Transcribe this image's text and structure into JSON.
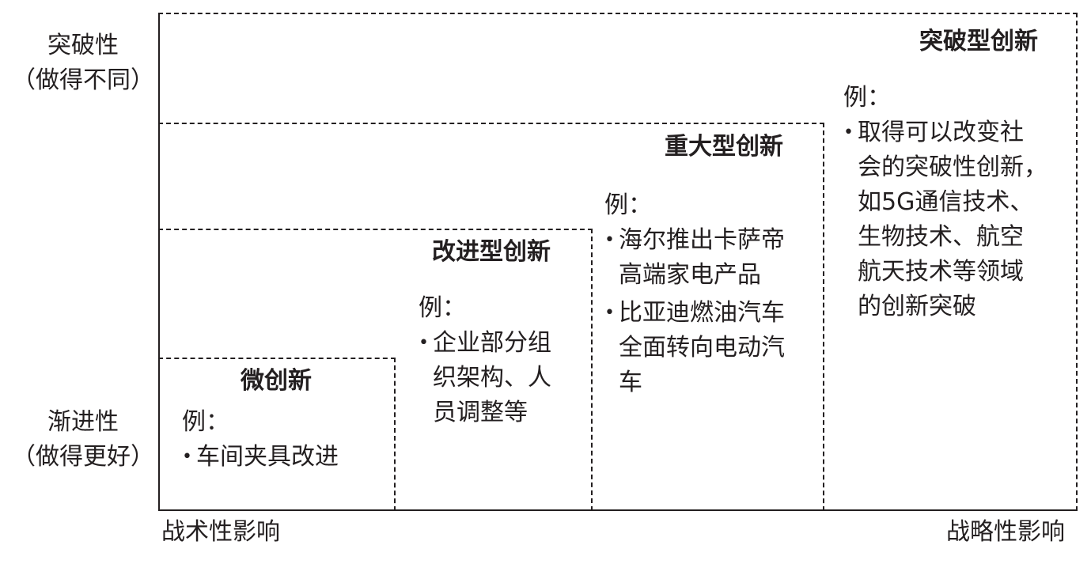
{
  "axes": {
    "y_top_line1": "突破性",
    "y_top_line2": "（做得不同）",
    "y_bottom_line1": "渐进性",
    "y_bottom_line2": "（做得更好）",
    "x_left": "战术性影响",
    "x_right": "战略性影响"
  },
  "levels": {
    "micro": {
      "title": "微创新",
      "example_label": "例：",
      "bullet_char": "•",
      "items": [
        [
          "车间夹具改进"
        ]
      ]
    },
    "improved": {
      "title": "改进型创新",
      "example_label": "例：",
      "bullet_char": "•",
      "items": [
        [
          "企业部分组",
          "织架构、人",
          "员调整等"
        ]
      ]
    },
    "major": {
      "title": "重大型创新",
      "example_label": "例：",
      "bullet_char": "•",
      "items": [
        [
          "海尔推出卡萨帝",
          "高端家电产品"
        ],
        [
          "比亚迪燃油汽车",
          "全面转向电动汽",
          "车"
        ]
      ]
    },
    "breakthrough": {
      "title": "突破型创新",
      "example_label": "例：",
      "bullet_char": "•",
      "items": [
        [
          "取得可以改变社",
          "会的突破性创新，",
          "如5G通信技术、",
          "生物技术、航空",
          "航天技术等领域",
          "的创新突破"
        ]
      ]
    }
  }
}
